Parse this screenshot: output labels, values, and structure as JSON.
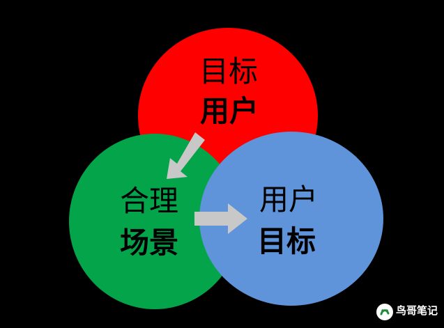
{
  "diagram": {
    "colors": {
      "background": "#000000",
      "target_users": "#ff0000",
      "reasonable_scene": "#04a54a",
      "user_goals": "#5f93da",
      "arrow": "#c8c8c8",
      "text": "#000000"
    },
    "nodes": {
      "target_users": {
        "line1": "目标",
        "line2": "用户"
      },
      "reasonable_scene": {
        "line1": "合理",
        "line2": "场景"
      },
      "user_goals": {
        "line1": "用户",
        "line2": "目标"
      }
    },
    "edges": [
      {
        "from": "target_users",
        "to": "reasonable_scene"
      },
      {
        "from": "reasonable_scene",
        "to": "user_goals"
      }
    ]
  },
  "watermark": {
    "text": "鸟哥笔记",
    "icon": "logo-icon"
  }
}
